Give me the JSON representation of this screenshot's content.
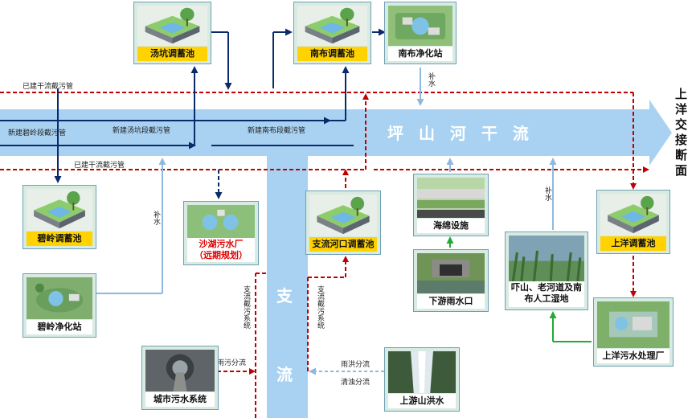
{
  "river_main": "坪 山 河 干 流",
  "tributary_top": "支",
  "tributary_bottom": "流",
  "section_label": "上洋交接断面",
  "pipes": {
    "existing_top": "已建干流截污管",
    "existing_bottom": "已建干流截污管",
    "biling": "新建碧岭段截污管",
    "tangkeng": "新建汤坑段截污管",
    "nanbu": "新建南布段截污管"
  },
  "cards": {
    "tangkeng_pond": "汤坑调蓄池",
    "nanbu_pond": "南布调蓄池",
    "nanbu_station": "南布净化站",
    "biling_pond": "碧岭调蓄池",
    "biling_station": "碧岭净化站",
    "shahu_plant_line1": "沙湖污水厂",
    "shahu_plant_line2": "（远期规划）",
    "branch_pond": "支流河口调蓄池",
    "sponge": "海绵设施",
    "rain_outlet": "下游雨水口",
    "wetland": "吓山、老河道及南布人工湿地",
    "shangyang_pond": "上洋调蓄池",
    "shangyang_plant": "上洋污水处理厂",
    "city_sewage": "城市污水系统",
    "mountain_flood": "上游山洪水"
  },
  "annotations": {
    "bushui_1": "补水",
    "bushui_2": "补水",
    "bushui_3": "补水",
    "branch_sys_left": "支流截污系统",
    "branch_sys_right": "支流截污系统",
    "rain_sewage": "雨污分流",
    "rain_flood": "雨洪分流",
    "clean_turbid": "清浊分流"
  },
  "colors": {
    "river": "#a9d2f2",
    "arrow_red": "#c00000",
    "arrow_navy": "#0a2a6a",
    "arrow_lightblue": "#8fb8e0",
    "arrow_green": "#22aa33",
    "caption_yellow": "#ffd200"
  }
}
